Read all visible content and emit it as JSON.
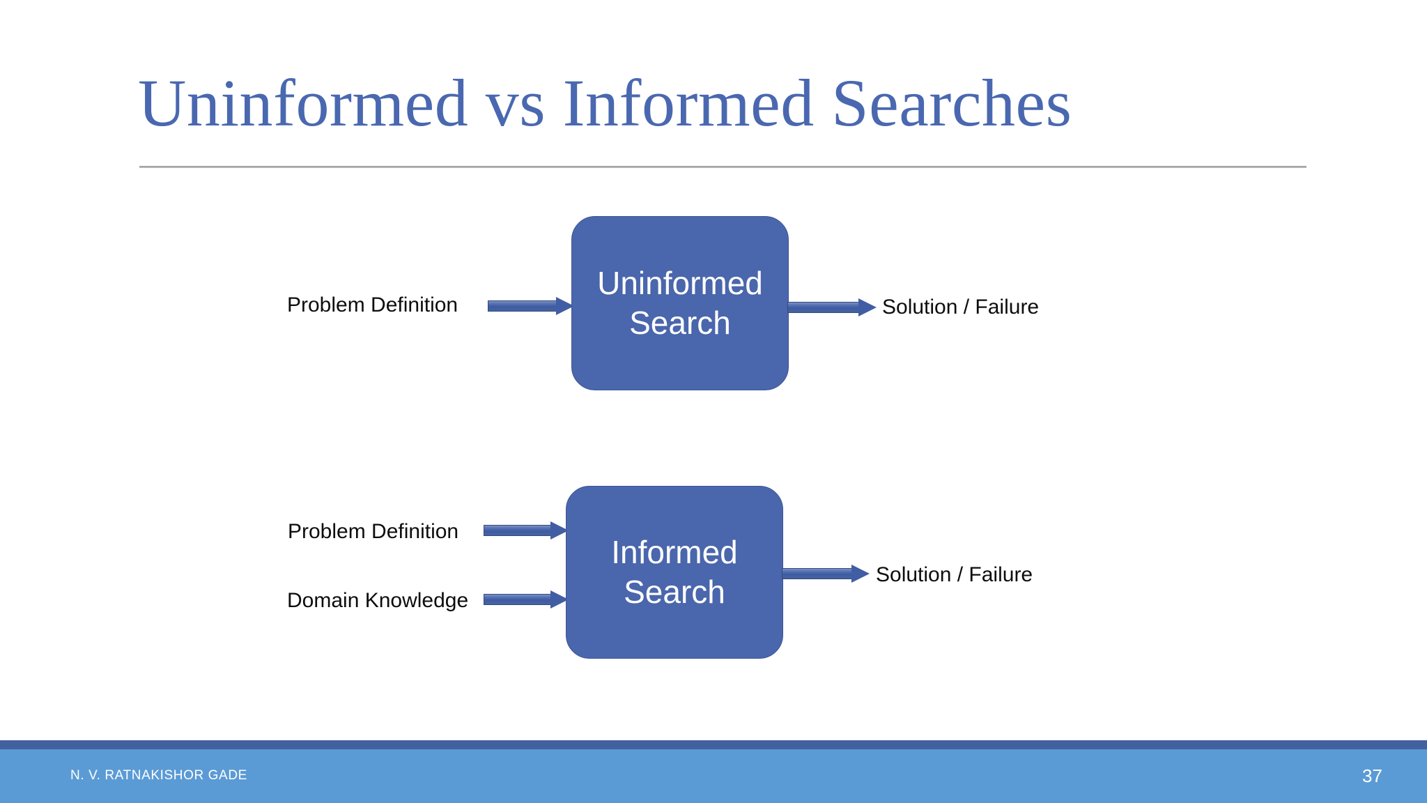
{
  "slide": {
    "title": "Uninformed vs Informed Searches",
    "accent_color": "#4a68b0",
    "box_fill_color": "#4a66ac",
    "footer_band_color": "#5b9bd5",
    "footer_accent_color": "#44619f"
  },
  "diagrams": [
    {
      "id": "uninformed",
      "box_label_line1": "Uninformed",
      "box_label_line2": "Search",
      "inputs": [
        {
          "label": "Problem Definition"
        }
      ],
      "outputs": [
        {
          "label": "Solution / Failure"
        }
      ]
    },
    {
      "id": "informed",
      "box_label_line1": "Informed",
      "box_label_line2": "Search",
      "inputs": [
        {
          "label": "Problem Definition"
        },
        {
          "label": "Domain Knowledge"
        }
      ],
      "outputs": [
        {
          "label": "Solution / Failure"
        }
      ]
    }
  ],
  "footer": {
    "author": "N. V. RATNAKISHOR GADE",
    "page_number": "37"
  }
}
